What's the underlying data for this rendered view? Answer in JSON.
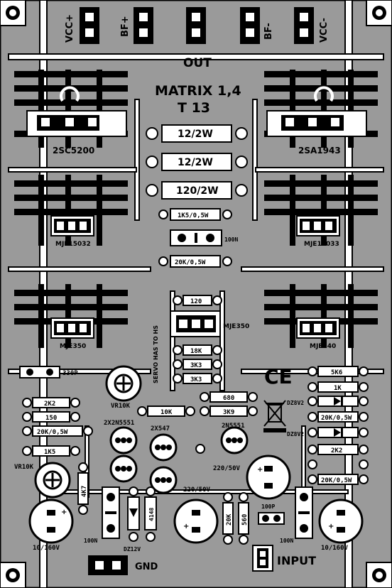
{
  "title": {
    "line1": "MATRIX 1,4",
    "line2": "T 13"
  },
  "connectors": {
    "vcc_plus": "VCC+",
    "bf_plus": "BF+",
    "out": "OUT",
    "bf_minus": "BF-",
    "vcc_minus": "VCC-",
    "input": "INPUT",
    "gnd": "GND"
  },
  "transistors": {
    "q_left_power": "2SC5200",
    "q_right_power": "2SA1943",
    "q_left_driver": "MJE15032",
    "q_right_driver": "MJE15033",
    "q_left_predriver": "MJE350",
    "q_right_predriver": "MJE340",
    "q_servo": "MJE350",
    "q_diff_left": "2X2N5551",
    "q_mid": "2X547",
    "q_diff_right": "2N5551"
  },
  "resistors": {
    "r_12a": "12/2W",
    "r_12b": "12/2W",
    "r_120_2w": "120/2W",
    "r_1k5_05": "1K5/0,5W",
    "r_20k_05_top": "20K/0,5W",
    "r_120": "120",
    "r_18k": "18K",
    "r_3k3a": "3K3",
    "r_3k3b": "3K3",
    "r_680": "680",
    "r_3k9": "3K9",
    "r_10k": "10K",
    "r_2k2_left": "2K2",
    "r_150": "150",
    "r_20k_05_left": "20K/0,5W",
    "r_1k5_left": "1K5",
    "r_4k7": "4K7",
    "r_20k_v": "20K",
    "r_560": "560",
    "r_5k6": "5K6",
    "r_1k": "1K",
    "r_20k_05_r1": "20K/0,5W",
    "r_2k2_right": "2K2",
    "r_20k_05_r2": "20K/0,5W"
  },
  "capacitors": {
    "c_100n_top": "100N",
    "c_330p": "330P",
    "c_100n_left": "100N",
    "c_100p": "100P",
    "c_100n_right": "100N",
    "c_10_160_left": "10/160V",
    "c_220_50_a": "220/50V",
    "c_220_50_b": "220/50V",
    "c_10_160_right": "10/160V"
  },
  "diodes": {
    "d_dz8v2_a": "DZ8V2",
    "d_dz8v2_b": "DZ8V2",
    "d_dz12v": "DZ12V",
    "d_4148": "4148"
  },
  "pots": {
    "vr_top": "VR10K",
    "vr_left": "VR10K"
  },
  "notes": {
    "servo": "SERVO HAS TO HS",
    "ce": "CE"
  }
}
